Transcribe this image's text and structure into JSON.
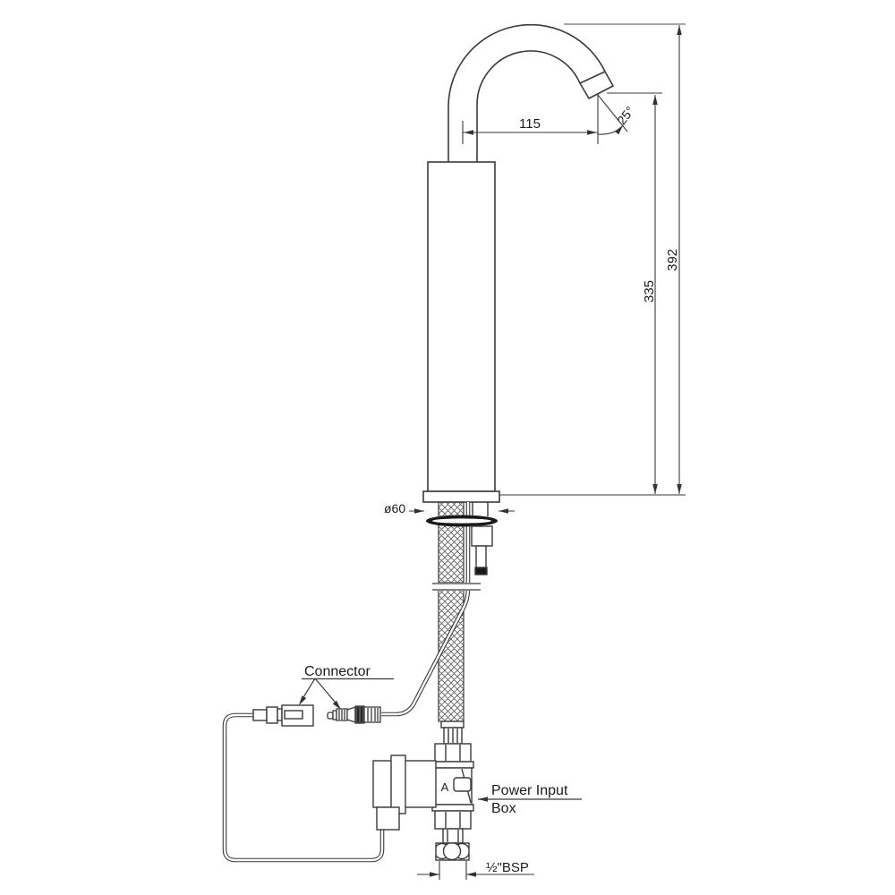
{
  "labels": {
    "connector": "Connector",
    "power_input_line1": "Power Input",
    "power_input_line2": "Box",
    "valve_flow_marker": "A"
  },
  "dimensions": {
    "spout_reach": "115",
    "spout_angle": "25°",
    "overall_height": "392",
    "spout_outlet_height": "335",
    "base_diameter": "ø60",
    "inlet_thread": "½\"BSP"
  },
  "colors": {
    "background": "#ffffff",
    "line": "#3a3a3a",
    "text": "#1c1c1c"
  }
}
